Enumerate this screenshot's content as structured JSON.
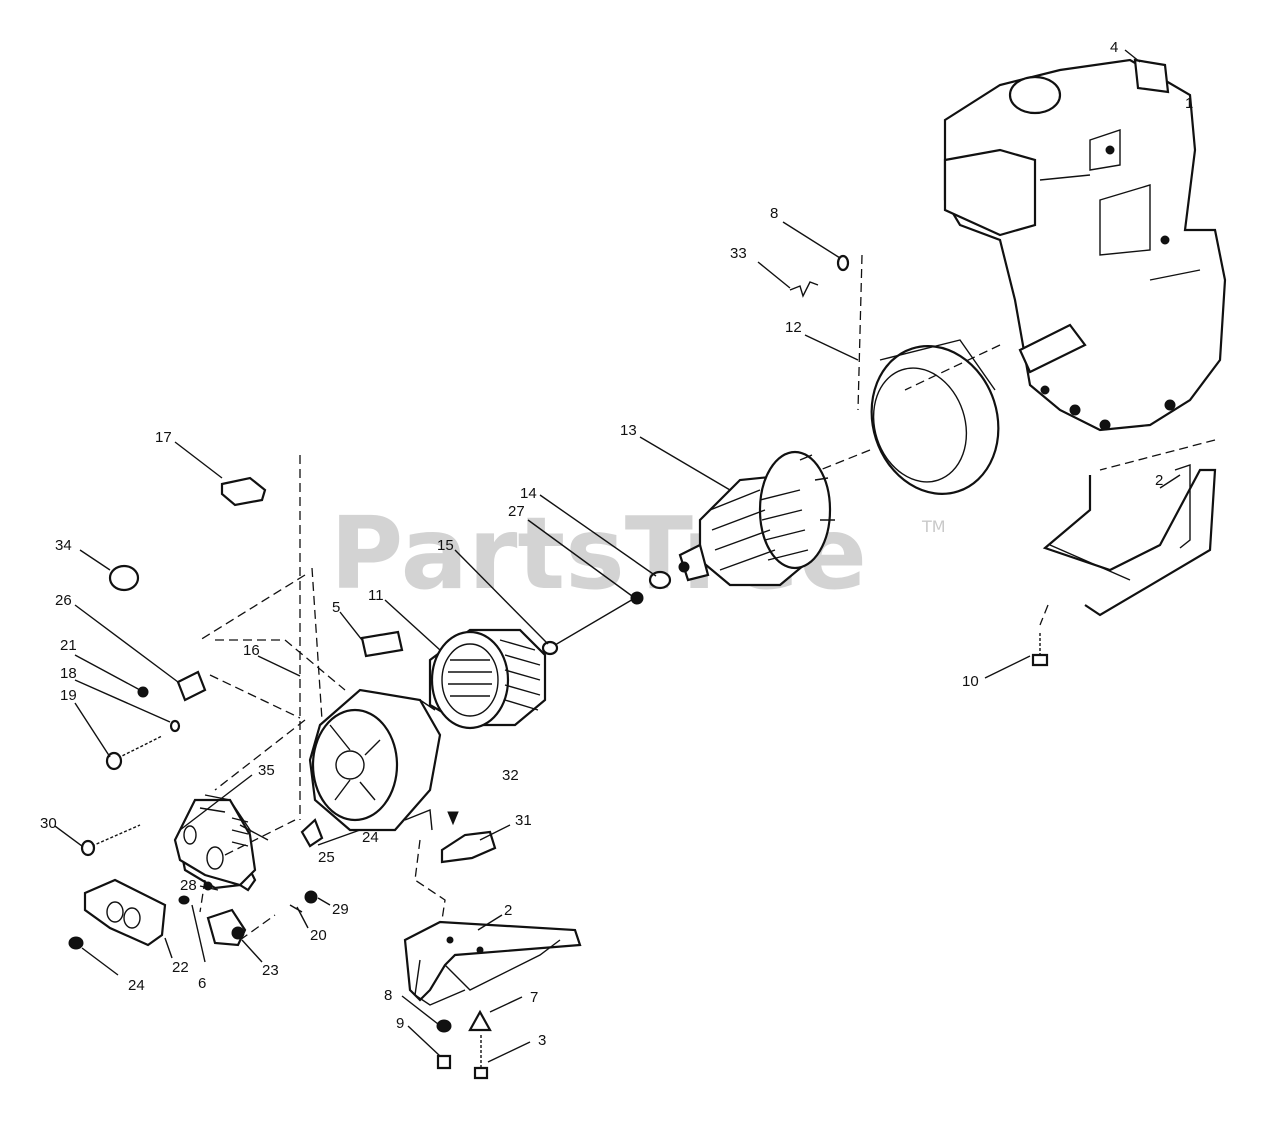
{
  "watermark": {
    "text": "PartsTree",
    "mark": "TM"
  },
  "callouts": [
    {
      "id": "c4",
      "text": "4"
    },
    {
      "id": "c1",
      "text": "1"
    },
    {
      "id": "c8a",
      "text": "8"
    },
    {
      "id": "c33",
      "text": "33"
    },
    {
      "id": "c12",
      "text": "12"
    },
    {
      "id": "c13",
      "text": "13"
    },
    {
      "id": "c2a",
      "text": "2"
    },
    {
      "id": "c10",
      "text": "10"
    },
    {
      "id": "c17",
      "text": "17"
    },
    {
      "id": "c34",
      "text": "34"
    },
    {
      "id": "c26",
      "text": "26"
    },
    {
      "id": "c21",
      "text": "21"
    },
    {
      "id": "c18",
      "text": "18"
    },
    {
      "id": "c19",
      "text": "19"
    },
    {
      "id": "c16",
      "text": "16"
    },
    {
      "id": "c5",
      "text": "5"
    },
    {
      "id": "c11",
      "text": "11"
    },
    {
      "id": "c15",
      "text": "15"
    },
    {
      "id": "c27",
      "text": "27"
    },
    {
      "id": "c14",
      "text": "14"
    },
    {
      "id": "c32",
      "text": "32"
    },
    {
      "id": "c35",
      "text": "35"
    },
    {
      "id": "c30",
      "text": "30"
    },
    {
      "id": "c24a",
      "text": "24"
    },
    {
      "id": "c25",
      "text": "25"
    },
    {
      "id": "c31",
      "text": "31"
    },
    {
      "id": "c28",
      "text": "28"
    },
    {
      "id": "c29",
      "text": "29"
    },
    {
      "id": "c20",
      "text": "20"
    },
    {
      "id": "c22",
      "text": "22"
    },
    {
      "id": "c23",
      "text": "23"
    },
    {
      "id": "c24b",
      "text": "24"
    },
    {
      "id": "c6",
      "text": "6"
    },
    {
      "id": "c2b",
      "text": "2"
    },
    {
      "id": "c8b",
      "text": "8"
    },
    {
      "id": "c7",
      "text": "7"
    },
    {
      "id": "c9",
      "text": "9"
    },
    {
      "id": "c3",
      "text": "3"
    }
  ]
}
